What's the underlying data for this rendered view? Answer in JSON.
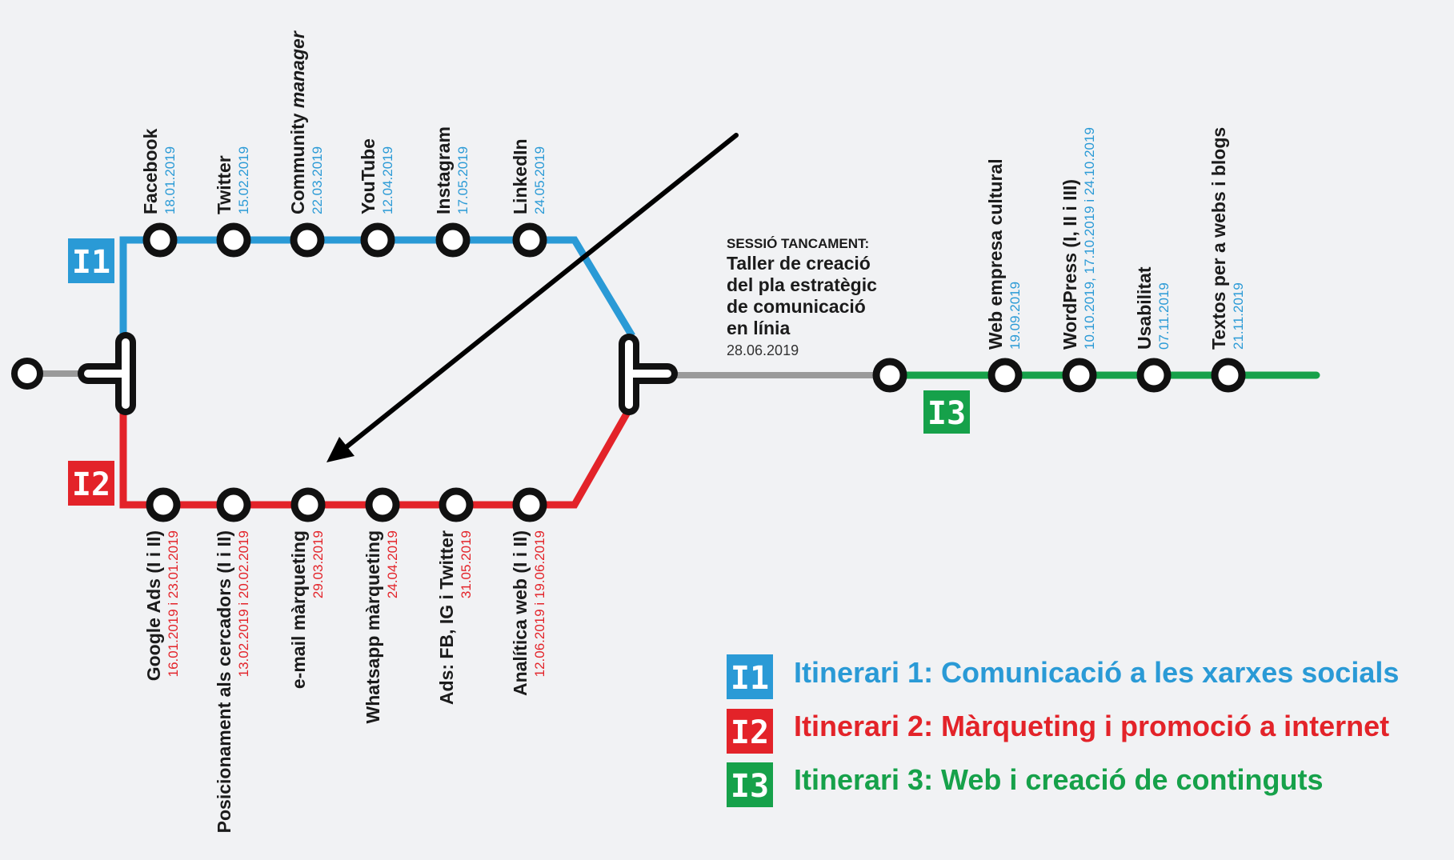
{
  "colors": {
    "i1": "#2a9ad6",
    "i2": "#e32329",
    "i3": "#16a14a",
    "connector": "#9a9a9a",
    "node": "#111111",
    "arrow": "#000000",
    "background": "#f1f2f4"
  },
  "itineraries": {
    "i1": {
      "badge": "I1",
      "legend": "Itinerari 1: Comunicació a les xarxes socials",
      "stations": [
        {
          "name": "Facebook",
          "date": "18.01.2019"
        },
        {
          "name": "Twitter",
          "date": "15.02.2019"
        },
        {
          "name": "Community ",
          "name_italic": "manager",
          "date": "22.03.2019"
        },
        {
          "name": "YouTube",
          "date": "12.04.2019"
        },
        {
          "name": "Instagram",
          "date": "17.05.2019"
        },
        {
          "name": "LinkedIn",
          "date": "24.05.2019"
        }
      ]
    },
    "i2": {
      "badge": "I2",
      "legend": "Itinerari 2: Màrqueting i promoció a internet",
      "stations": [
        {
          "name": "Google Ads (I i II)",
          "date": "16.01.2019 i 23.01.2019"
        },
        {
          "name": "Posicionament als cercadors (I i II)",
          "date": "13.02.2019 i 20.02.2019"
        },
        {
          "name": "e-mail màrqueting",
          "date": "29.03.2019"
        },
        {
          "name": "Whatsapp màrqueting",
          "date": "24.04.2019"
        },
        {
          "name": "Ads: FB, IG i Twitter",
          "date": "31.05.2019"
        },
        {
          "name": "Analítica web (I i II)",
          "date": "12.06.2019 i 19.06.2019"
        }
      ]
    },
    "i3": {
      "badge": "I3",
      "legend": "Itinerari 3: Web i creació de continguts",
      "stations": [
        {
          "name": "Web empresa cultural",
          "date": "19.09.2019"
        },
        {
          "name": "WordPress (I, II i III)",
          "date": "10.10.2019, 17.10.2019 i 24.10.2019"
        },
        {
          "name": "Usabilitat",
          "date": "07.11.2019"
        },
        {
          "name": "Textos per a webs i blogs",
          "date": "21.11.2019"
        }
      ]
    }
  },
  "closing_session": {
    "label": "SESSIÓ TANCAMENT:",
    "title_lines": [
      "Taller de creació",
      "del pla estratègic",
      "de comunicació",
      "en línia"
    ],
    "date": "28.06.2019"
  }
}
